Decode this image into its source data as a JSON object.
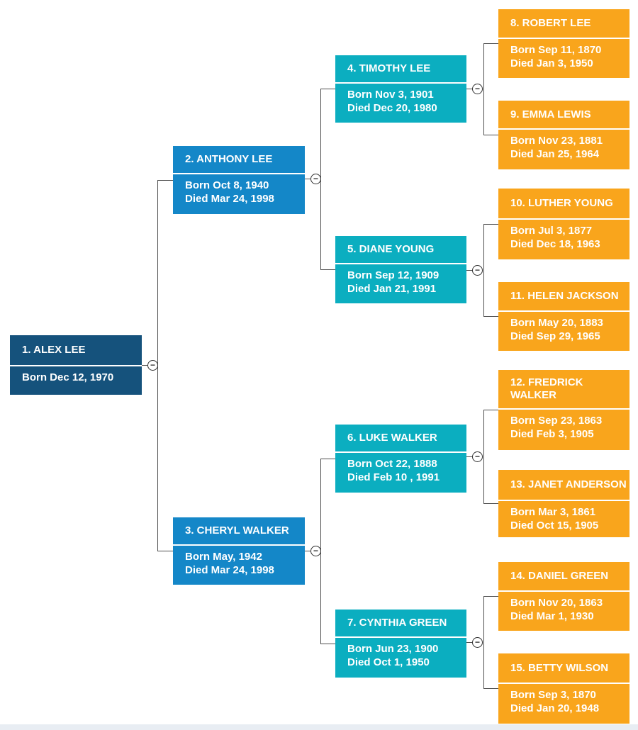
{
  "diagram": {
    "type": "family-tree-pedigree-chart",
    "collapse_icon": "−",
    "colors": {
      "generation1_root": "#15527C",
      "generation2_parents": "#1487C8",
      "generation3_grandparents": "#0BAEC0",
      "generation4_great_grandparents": "#F9A51C",
      "connector": "#4d4d4d",
      "divider": "#ffffff"
    },
    "people": {
      "p1": {
        "name": "1. ALEX LEE",
        "line1": "Born Dec 12, 1970",
        "line2": ""
      },
      "p2": {
        "name": "2. ANTHONY LEE",
        "line1": "Born Oct 8, 1940",
        "line2": "Died Mar 24, 1998"
      },
      "p3": {
        "name": "3. CHERYL WALKER",
        "line1": "Born May, 1942",
        "line2": "Died Mar 24, 1998"
      },
      "p4": {
        "name": "4. TIMOTHY LEE",
        "line1": "Born Nov 3, 1901",
        "line2": "Died Dec 20, 1980"
      },
      "p5": {
        "name": "5. DIANE YOUNG",
        "line1": "Born Sep 12, 1909",
        "line2": "Died Jan 21, 1991"
      },
      "p6": {
        "name": "6. LUKE WALKER",
        "line1": "Born Oct 22, 1888",
        "line2": "Died Feb 10 , 1991"
      },
      "p7": {
        "name": "7. CYNTHIA GREEN",
        "line1": "Born Jun 23, 1900",
        "line2": "Died Oct 1, 1950"
      },
      "p8": {
        "name": "8. ROBERT LEE",
        "line1": "Born Sep 11, 1870",
        "line2": "Died Jan 3, 1950"
      },
      "p9": {
        "name": "9. EMMA LEWIS",
        "line1": "Born Nov 23, 1881",
        "line2": "Died Jan 25, 1964"
      },
      "p10": {
        "name": "10. LUTHER YOUNG",
        "line1": "Born Jul 3, 1877",
        "line2": "Died Dec 18, 1963"
      },
      "p11": {
        "name": "11. HELEN JACKSON",
        "line1": "Born May 20, 1883",
        "line2": "Died Sep 29, 1965"
      },
      "p12": {
        "name": "12. FREDRICK WALKER",
        "line1": "Born Sep 23, 1863",
        "line2": "Died Feb 3, 1905"
      },
      "p13": {
        "name": "13. JANET ANDERSON",
        "line1": "Born Mar 3, 1861",
        "line2": "Died Oct 15, 1905"
      },
      "p14": {
        "name": "14. DANIEL GREEN",
        "line1": "Born Nov 20, 1863",
        "line2": "Died Mar 1, 1930"
      },
      "p15": {
        "name": "15. BETTY WILSON",
        "line1": "Born Sep 3, 1870",
        "line2": "Died Jan 20, 1948"
      }
    }
  }
}
